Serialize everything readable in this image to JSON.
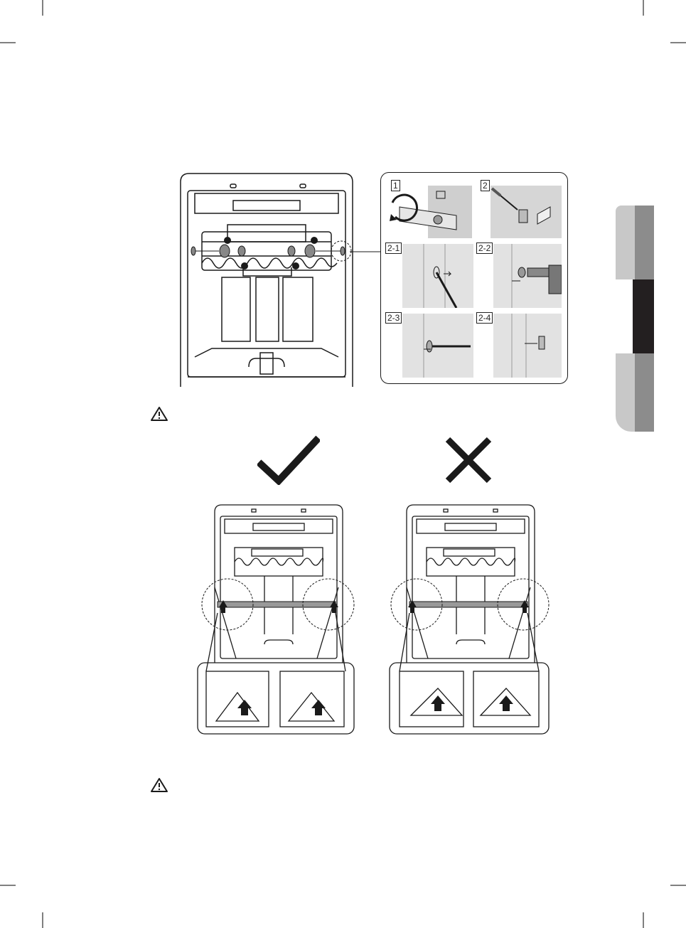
{
  "steps": {
    "s1": "1",
    "s2": "2",
    "s2_1": "2-1",
    "s2_2": "2-2",
    "s2_3": "2-3",
    "s2_4": "2-4"
  },
  "icons": {
    "warning_top": "warning-triangle-icon",
    "warning_bottom": "warning-triangle-icon",
    "correct": "checkmark-icon",
    "incorrect": "cross-icon"
  },
  "colors": {
    "line": "#1a1a1a",
    "panel_bg": "#ffffff",
    "wall": "#c9c9c9",
    "tab_dark": "#231f20",
    "tab_mid": "#8c8c8c",
    "tab_light": "#c8c8c8"
  }
}
